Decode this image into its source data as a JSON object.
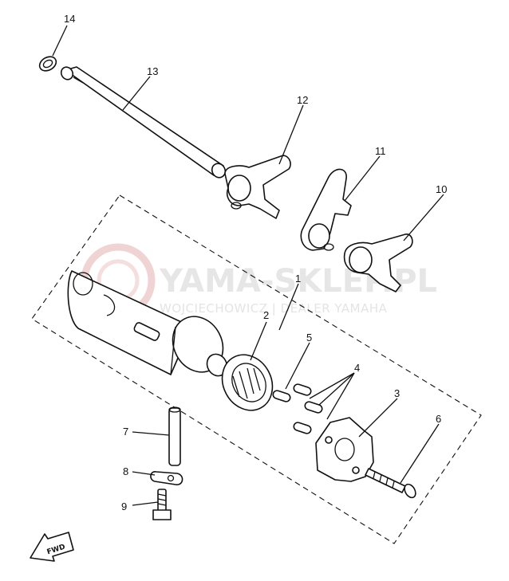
{
  "diagram": {
    "parts": [
      {
        "number": "1"
      },
      {
        "number": "2"
      },
      {
        "number": "3"
      },
      {
        "number": "4"
      },
      {
        "number": "5"
      },
      {
        "number": "6"
      },
      {
        "number": "7"
      },
      {
        "number": "8"
      },
      {
        "number": "9"
      },
      {
        "number": "10"
      },
      {
        "number": "11"
      },
      {
        "number": "12"
      },
      {
        "number": "13"
      },
      {
        "number": "14"
      }
    ],
    "direction_arrow": "FWD",
    "watermark": {
      "title": "YAMA-SKLEP.PL",
      "subtitle": "WOJCIECHOWICZ | DEALER YAMAHA",
      "logo": "yamaha-tuning-fork-logo",
      "color": "#e6e6e6"
    },
    "line_color": "#111111"
  }
}
